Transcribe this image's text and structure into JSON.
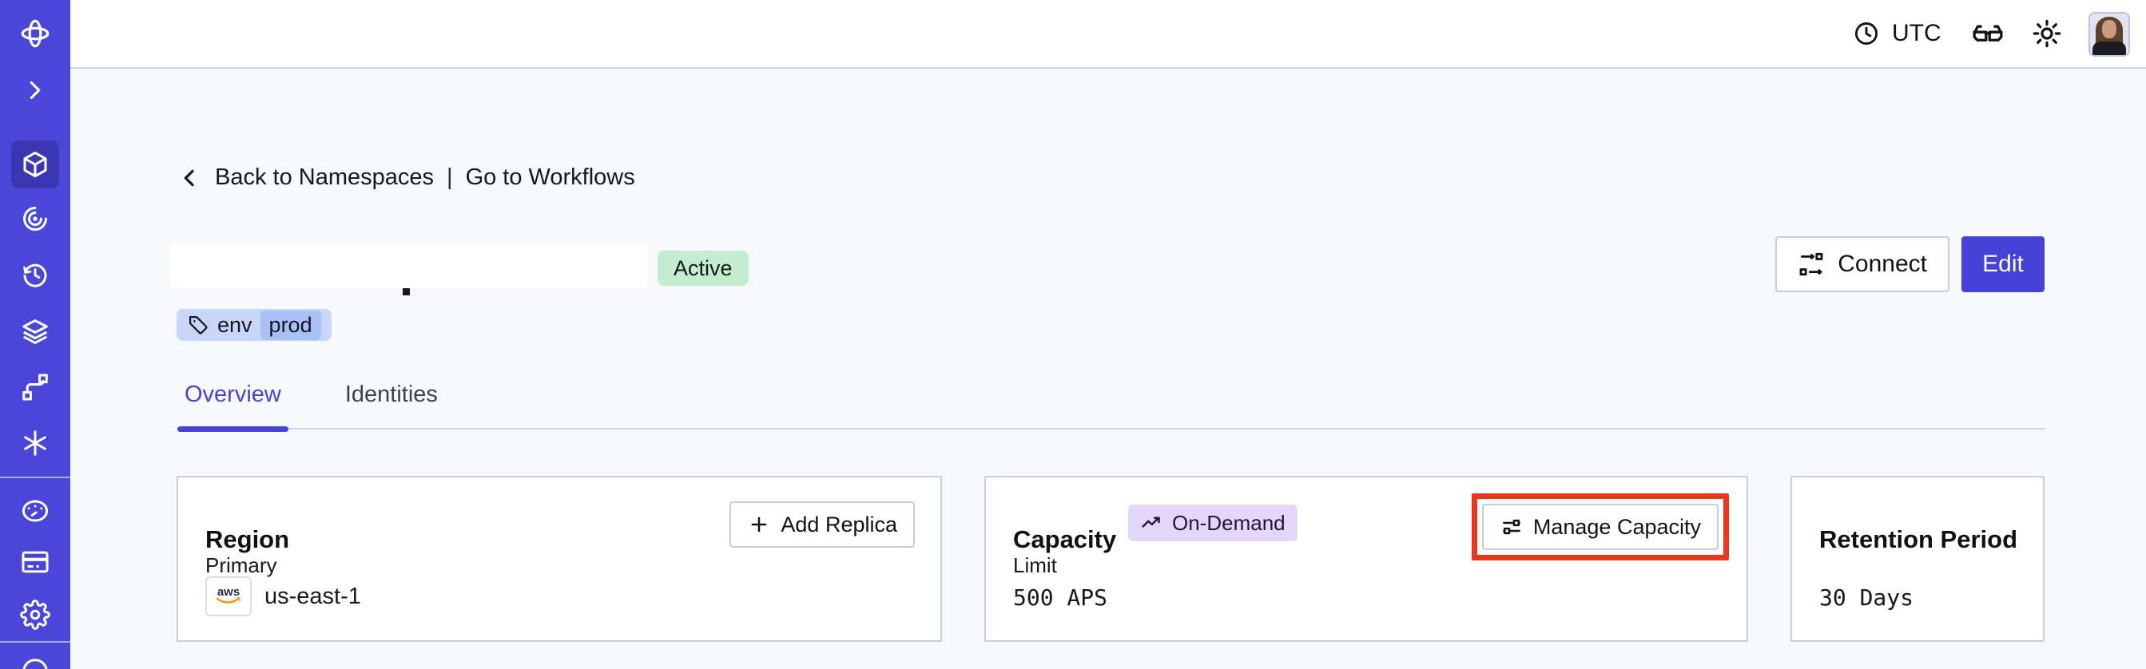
{
  "topbar": {
    "timezone": "UTC"
  },
  "breadcrumb": {
    "back_label": "Back to Namespaces",
    "separator": "|",
    "workflows_label": "Go to Workflows"
  },
  "namespace": {
    "status_badge": "Active",
    "tag": {
      "key": "env",
      "value": "prod"
    },
    "actions": {
      "connect": "Connect",
      "edit": "Edit"
    }
  },
  "tabs": {
    "overview": "Overview",
    "identities": "Identities"
  },
  "cards": {
    "region": {
      "title": "Region",
      "action_label": "Add Replica",
      "field_label": "Primary",
      "provider": "aws",
      "value": "us-east-1"
    },
    "capacity": {
      "title": "Capacity",
      "badge": "On-Demand",
      "action_label": "Manage Capacity",
      "field_label": "Limit",
      "value": "500 APS"
    },
    "retention": {
      "title": "Retention Period",
      "value": "30 Days"
    }
  },
  "colors": {
    "sidebar": "#4b46da",
    "accent": "#4742d7",
    "status_green_bg": "#c4ecd0",
    "ondemand_bg": "#e2d7fa",
    "tag_bg": "#c7d6f9",
    "tag_inner_bg": "#a9c0f5",
    "highlight_red": "#e8371c",
    "aws_orange": "#f79400"
  },
  "icons": [
    "temporal-logo",
    "chevron-right",
    "cube",
    "eye",
    "clock-rewind",
    "layers",
    "branch",
    "asterisk",
    "gauge",
    "credit-card",
    "gear",
    "circle-partial",
    "clock",
    "glasses",
    "sun",
    "back-chevron",
    "tag",
    "connect-flow",
    "plus",
    "trending-up",
    "sliders"
  ]
}
